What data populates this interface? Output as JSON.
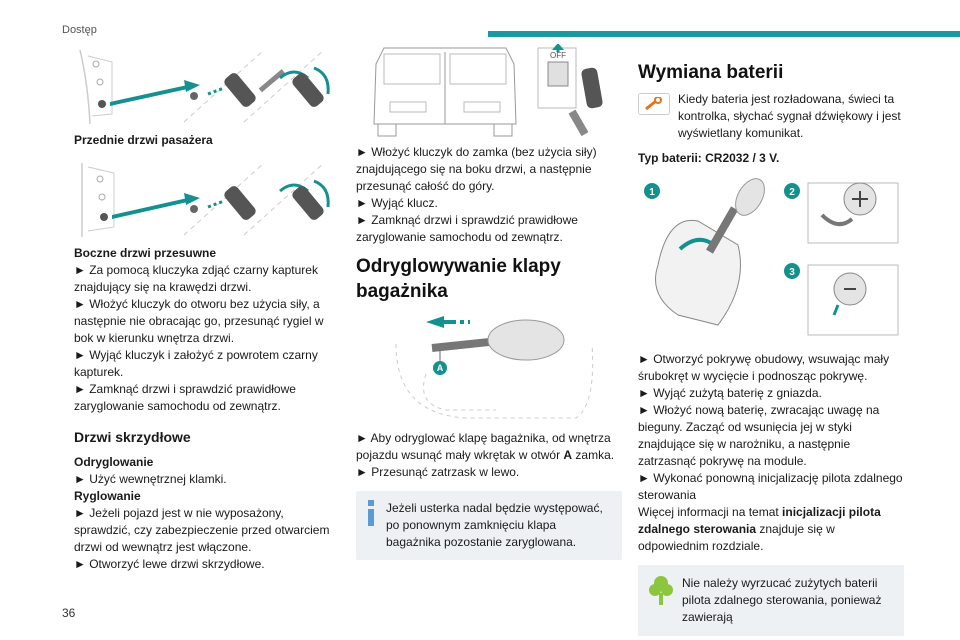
{
  "header": {
    "section": "Dostęp",
    "page_number": "36"
  },
  "col1": {
    "fig1_caption": "Przednie drzwi pasażera",
    "sliding_title": "Boczne drzwi przesuwne",
    "sliding_steps": [
      "► Za pomocą kluczyka zdjąć czarny kapturek znajdujący się na krawędzi drzwi.",
      "► Włożyć kluczyk do otworu bez użycia siły, a następnie nie obracając go, przesunąć rygiel w bok w kierunku wnętrza drzwi.",
      "► Wyjąć kluczyk i założyć z powrotem czarny kapturek.",
      "► Zamknąć drzwi i sprawdzić prawidłowe zaryglowanie samochodu od zewnątrz."
    ],
    "wing_heading": "Drzwi skrzydłowe",
    "unlock_label": "Odryglowanie",
    "unlock_step": "► Użyć wewnętrznej klamki.",
    "lock_label": "Ryglowanie",
    "lock_steps": [
      "► Jeżeli pojazd jest w nie wyposażony, sprawdzić, czy zabezpieczenie przed otwarciem drzwi od wewnątrz jest włączone.",
      "► Otworzyć lewe drzwi skrzydłowe."
    ]
  },
  "col2": {
    "off_label": "OFF",
    "steps": [
      "► Włożyć kluczyk do zamka (bez użycia siły) znajdującego się na boku drzwi, a następnie przesunąć całość do góry.",
      "► Wyjąć klucz.",
      "► Zamknąć drzwi i sprawdzić prawidłowe zaryglowanie samochodu od zewnątrz."
    ],
    "tailgate_heading": "Odryglowywanie klapy bagażnika",
    "marker_a": "A",
    "tailgate_steps_before": "► Aby odryglować klapę bagażnika, od wnętrza pojazdu wsunąć mały wkrętak w otwór ",
    "tailgate_steps_bold": "A",
    "tailgate_steps_after": " zamka.",
    "tailgate_step2": "► Przesunąć zatrzask w lewo.",
    "info_text": "Jeżeli usterka nadal będzie występować, po ponownym zamknięciu klapa bagażnika pozostanie zaryglowana."
  },
  "col3": {
    "heading": "Wymiana baterii",
    "intro": "Kiedy bateria jest rozładowana, świeci ta kontrolka, słychać sygnał dźwiękowy i jest wyświetlany komunikat.",
    "battery_type": "Typ baterii: CR2032 / 3 V.",
    "markers": [
      "1",
      "2",
      "3"
    ],
    "steps": [
      "► Otworzyć pokrywę obudowy, wsuwając mały śrubokręt w wycięcie i podnosząc pokrywę.",
      "► Wyjąć zużytą baterię z gniazda.",
      "► Włożyć nową baterię, zwracając uwagę na bieguny. Zacząć od wsunięcia jej w styki znajdujące się w narożniku, a następnie zatrzasnąć pokrywę na module.",
      "► Wykonać ponowną inicjalizację pilota zdalnego sterowania"
    ],
    "more_before": "Więcej informacji na temat ",
    "more_bold": "inicjalizacji pilota zdalnego sterowania",
    "more_after": " znajduje się w odpowiednim rozdziale.",
    "eco_text": "Nie należy wyrzucać zużytych baterii pilota zdalnego sterowania, ponieważ zawierają"
  },
  "colors": {
    "accent": "#1a9aa0",
    "arrow": "#14918f",
    "warning": "#e8731a",
    "eco": "#8cc63f",
    "info": "#5b9bd5"
  }
}
